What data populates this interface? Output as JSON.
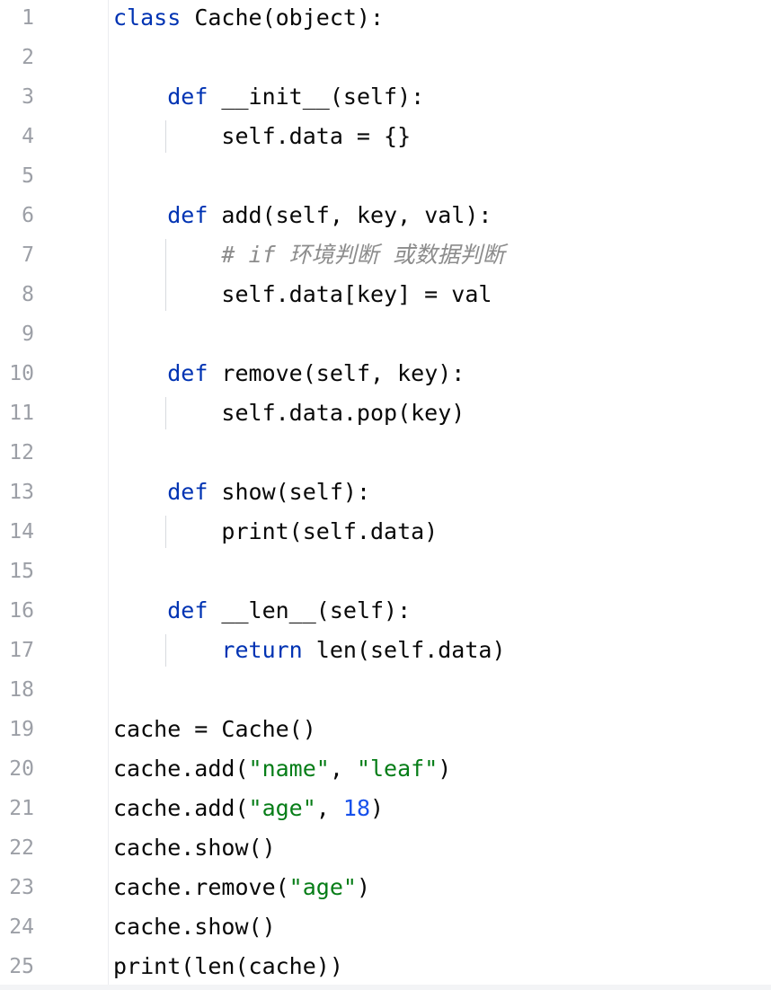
{
  "lines": [
    {
      "number": "1",
      "tokens": [
        {
          "t": "class",
          "k": "kw"
        },
        {
          "t": " Cache(object):",
          "k": "plain"
        }
      ]
    },
    {
      "number": "2",
      "tokens": []
    },
    {
      "number": "3",
      "tokens": [
        {
          "t": "    ",
          "k": "plain"
        },
        {
          "t": "def",
          "k": "kw"
        },
        {
          "t": " __init__(self):",
          "k": "plain"
        }
      ]
    },
    {
      "number": "4",
      "tokens": [
        {
          "t": "        self.data = {}",
          "k": "plain"
        }
      ]
    },
    {
      "number": "5",
      "tokens": []
    },
    {
      "number": "6",
      "tokens": [
        {
          "t": "    ",
          "k": "plain"
        },
        {
          "t": "def",
          "k": "kw"
        },
        {
          "t": " add(self, key, val):",
          "k": "plain"
        }
      ]
    },
    {
      "number": "7",
      "tokens": [
        {
          "t": "        ",
          "k": "plain"
        },
        {
          "t": "# if 环境判断 或数据判断",
          "k": "comment"
        }
      ]
    },
    {
      "number": "8",
      "tokens": [
        {
          "t": "        self.data[key] = val",
          "k": "plain"
        }
      ]
    },
    {
      "number": "9",
      "tokens": []
    },
    {
      "number": "10",
      "tokens": [
        {
          "t": "    ",
          "k": "plain"
        },
        {
          "t": "def",
          "k": "kw"
        },
        {
          "t": " remove(self, key):",
          "k": "plain"
        }
      ]
    },
    {
      "number": "11",
      "tokens": [
        {
          "t": "        self.data.pop(key)",
          "k": "plain"
        }
      ]
    },
    {
      "number": "12",
      "tokens": []
    },
    {
      "number": "13",
      "tokens": [
        {
          "t": "    ",
          "k": "plain"
        },
        {
          "t": "def",
          "k": "kw"
        },
        {
          "t": " show(self):",
          "k": "plain"
        }
      ]
    },
    {
      "number": "14",
      "tokens": [
        {
          "t": "        print(self.data)",
          "k": "plain"
        }
      ]
    },
    {
      "number": "15",
      "tokens": []
    },
    {
      "number": "16",
      "tokens": [
        {
          "t": "    ",
          "k": "plain"
        },
        {
          "t": "def",
          "k": "kw"
        },
        {
          "t": " __len__(self):",
          "k": "plain"
        }
      ]
    },
    {
      "number": "17",
      "tokens": [
        {
          "t": "        ",
          "k": "plain"
        },
        {
          "t": "return",
          "k": "kw"
        },
        {
          "t": " len(self.data)",
          "k": "plain"
        }
      ]
    },
    {
      "number": "18",
      "tokens": []
    },
    {
      "number": "19",
      "tokens": [
        {
          "t": "cache = Cache()",
          "k": "plain"
        }
      ]
    },
    {
      "number": "20",
      "tokens": [
        {
          "t": "cache.add(",
          "k": "plain"
        },
        {
          "t": "\"name\"",
          "k": "str"
        },
        {
          "t": ", ",
          "k": "plain"
        },
        {
          "t": "\"leaf\"",
          "k": "str"
        },
        {
          "t": ")",
          "k": "plain"
        }
      ]
    },
    {
      "number": "21",
      "tokens": [
        {
          "t": "cache.add(",
          "k": "plain"
        },
        {
          "t": "\"age\"",
          "k": "str"
        },
        {
          "t": ", ",
          "k": "plain"
        },
        {
          "t": "18",
          "k": "num"
        },
        {
          "t": ")",
          "k": "plain"
        }
      ]
    },
    {
      "number": "22",
      "tokens": [
        {
          "t": "cache.show()",
          "k": "plain"
        }
      ]
    },
    {
      "number": "23",
      "tokens": [
        {
          "t": "cache.remove(",
          "k": "plain"
        },
        {
          "t": "\"age\"",
          "k": "str"
        },
        {
          "t": ")",
          "k": "plain"
        }
      ]
    },
    {
      "number": "24",
      "tokens": [
        {
          "t": "cache.show()",
          "k": "plain"
        }
      ]
    },
    {
      "number": "25",
      "tokens": [
        {
          "t": "print(len(cache))",
          "k": "plain"
        }
      ]
    }
  ],
  "colors": {
    "keyword": "#0033b3",
    "string": "#067d17",
    "number": "#1750eb",
    "text": "#080808",
    "comment": "#8c8c8c",
    "line_number": "#9c9fa6",
    "indent_guide": "#d8dadf"
  }
}
